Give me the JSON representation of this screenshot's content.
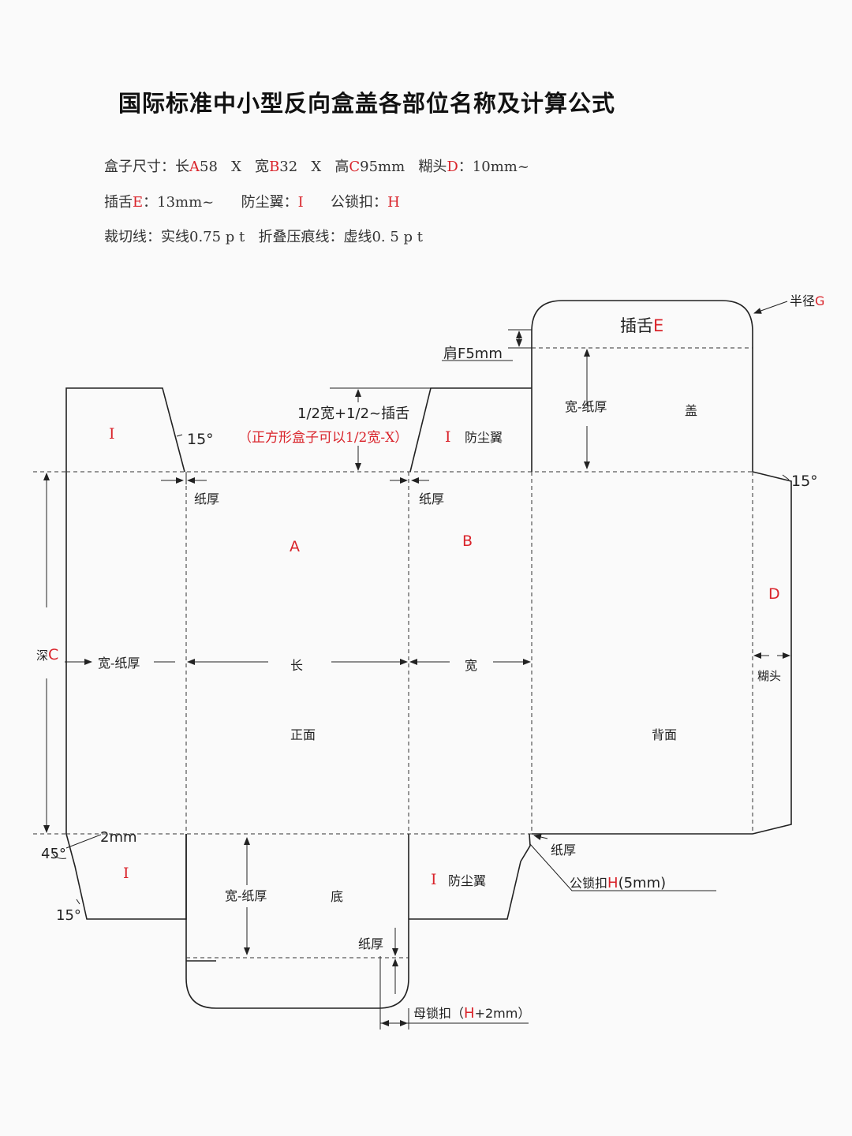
{
  "title": "国际标准中小型反向盒盖各部位名称及计算公式",
  "spec": {
    "line1": {
      "a": "盒子尺寸：长",
      "a_key": "A",
      "a_val": "58   X   宽",
      "b_key": "B",
      "b_val": "32   X   高",
      "c_key": "C",
      "c_val": "95mm   糊头",
      "d_key": "D",
      "d_val": "：10mm~"
    },
    "line2": {
      "e": "插舌",
      "e_key": "E",
      "e_val": "：13mm~      防尘翼：",
      "i_key": "I",
      "i_gap": "      公锁扣：",
      "h_key": "H"
    },
    "line3": "裁切线：实线0.75 p t   折叠压痕线：虚线0. 5 p t"
  },
  "labels": {
    "tuck_tongue": "插舌",
    "tuck_key": "E",
    "radius": "半径",
    "radius_key": "G",
    "shoulder": "肩F5mm",
    "width_minus_thickness": "宽-纸厚",
    "lid": "盖",
    "half_formula": "1/2宽+1/2~插舌",
    "square_note": "（正方形盒子可以1/2宽-X）",
    "flap_key": "I",
    "dust_flap": "防尘翼",
    "angle_15": "15°",
    "angle_45": "45°",
    "thickness": "纸厚",
    "panel_a": "A",
    "panel_b": "B",
    "panel_d": "D",
    "depth": "深",
    "depth_key": "C",
    "length": "长",
    "width": "宽",
    "glue_flap": "糊头",
    "front": "正面",
    "back": "背面",
    "two_mm": "2mm",
    "bottom": "底",
    "male_lock": "公锁扣",
    "male_lock_key": "H",
    "male_lock_val": "(5mm)",
    "female_lock": "母锁扣（",
    "female_lock_key": "H",
    "female_lock_val": "+2mm）"
  }
}
